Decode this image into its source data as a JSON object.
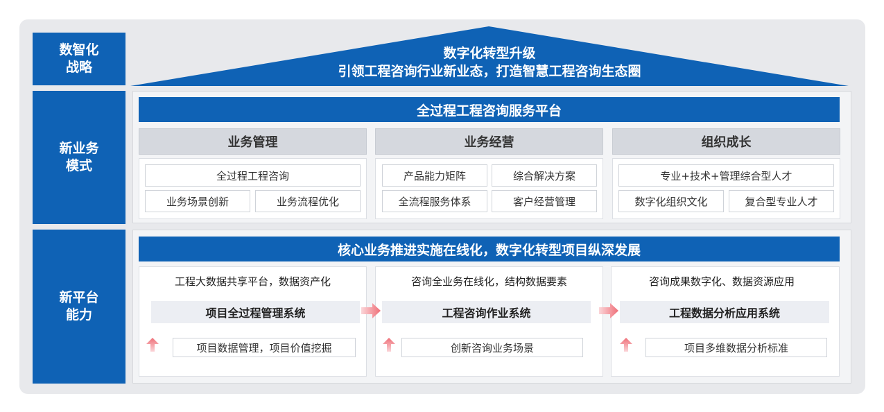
{
  "labels": {
    "strategy": [
      "数智化",
      "战略"
    ],
    "business": [
      "新业务",
      "模式"
    ],
    "platform": [
      "新平台",
      "能力"
    ]
  },
  "roof": {
    "line1": "数字化转型升级",
    "line2": "引领工程咨询行业新业态，打造智慧工程咨询生态圈"
  },
  "business_panel": {
    "title": "全过程工程咨询服务平台",
    "columns": [
      {
        "heading": "业务管理",
        "wide": "全过程工程咨询",
        "cells": [
          "业务场景创新",
          "业务流程优化"
        ]
      },
      {
        "heading": "业务经营",
        "cells": [
          "产品能力矩阵",
          "综合解决方案",
          "全流程服务体系",
          "客户经营管理"
        ]
      },
      {
        "heading": "组织成长",
        "wide": "专业+技术+管理综合型人才",
        "cells": [
          "数字化组织文化",
          "复合型专业人才"
        ]
      }
    ]
  },
  "platform_panel": {
    "title": "核心业务推进实施在线化，数字化转型项目纵深发展",
    "columns": [
      {
        "top": "工程大数据共享平台，数据资产化",
        "system": "项目全过程管理系统",
        "bottom": "项目数据管理，项目价值挖掘"
      },
      {
        "top": "咨询全业务在线化，结构数据要素",
        "system": "工程咨询作业系统",
        "bottom": "创新咨询业务场景"
      },
      {
        "top": "咨询成果数字化、数据资源应用",
        "system": "工程数据分析应用系统",
        "bottom": "项目多维数据分析标准"
      }
    ]
  },
  "colors": {
    "primary": "#0f62b5",
    "header_gray": "#d5d8de",
    "arrow": "#f28b91"
  }
}
